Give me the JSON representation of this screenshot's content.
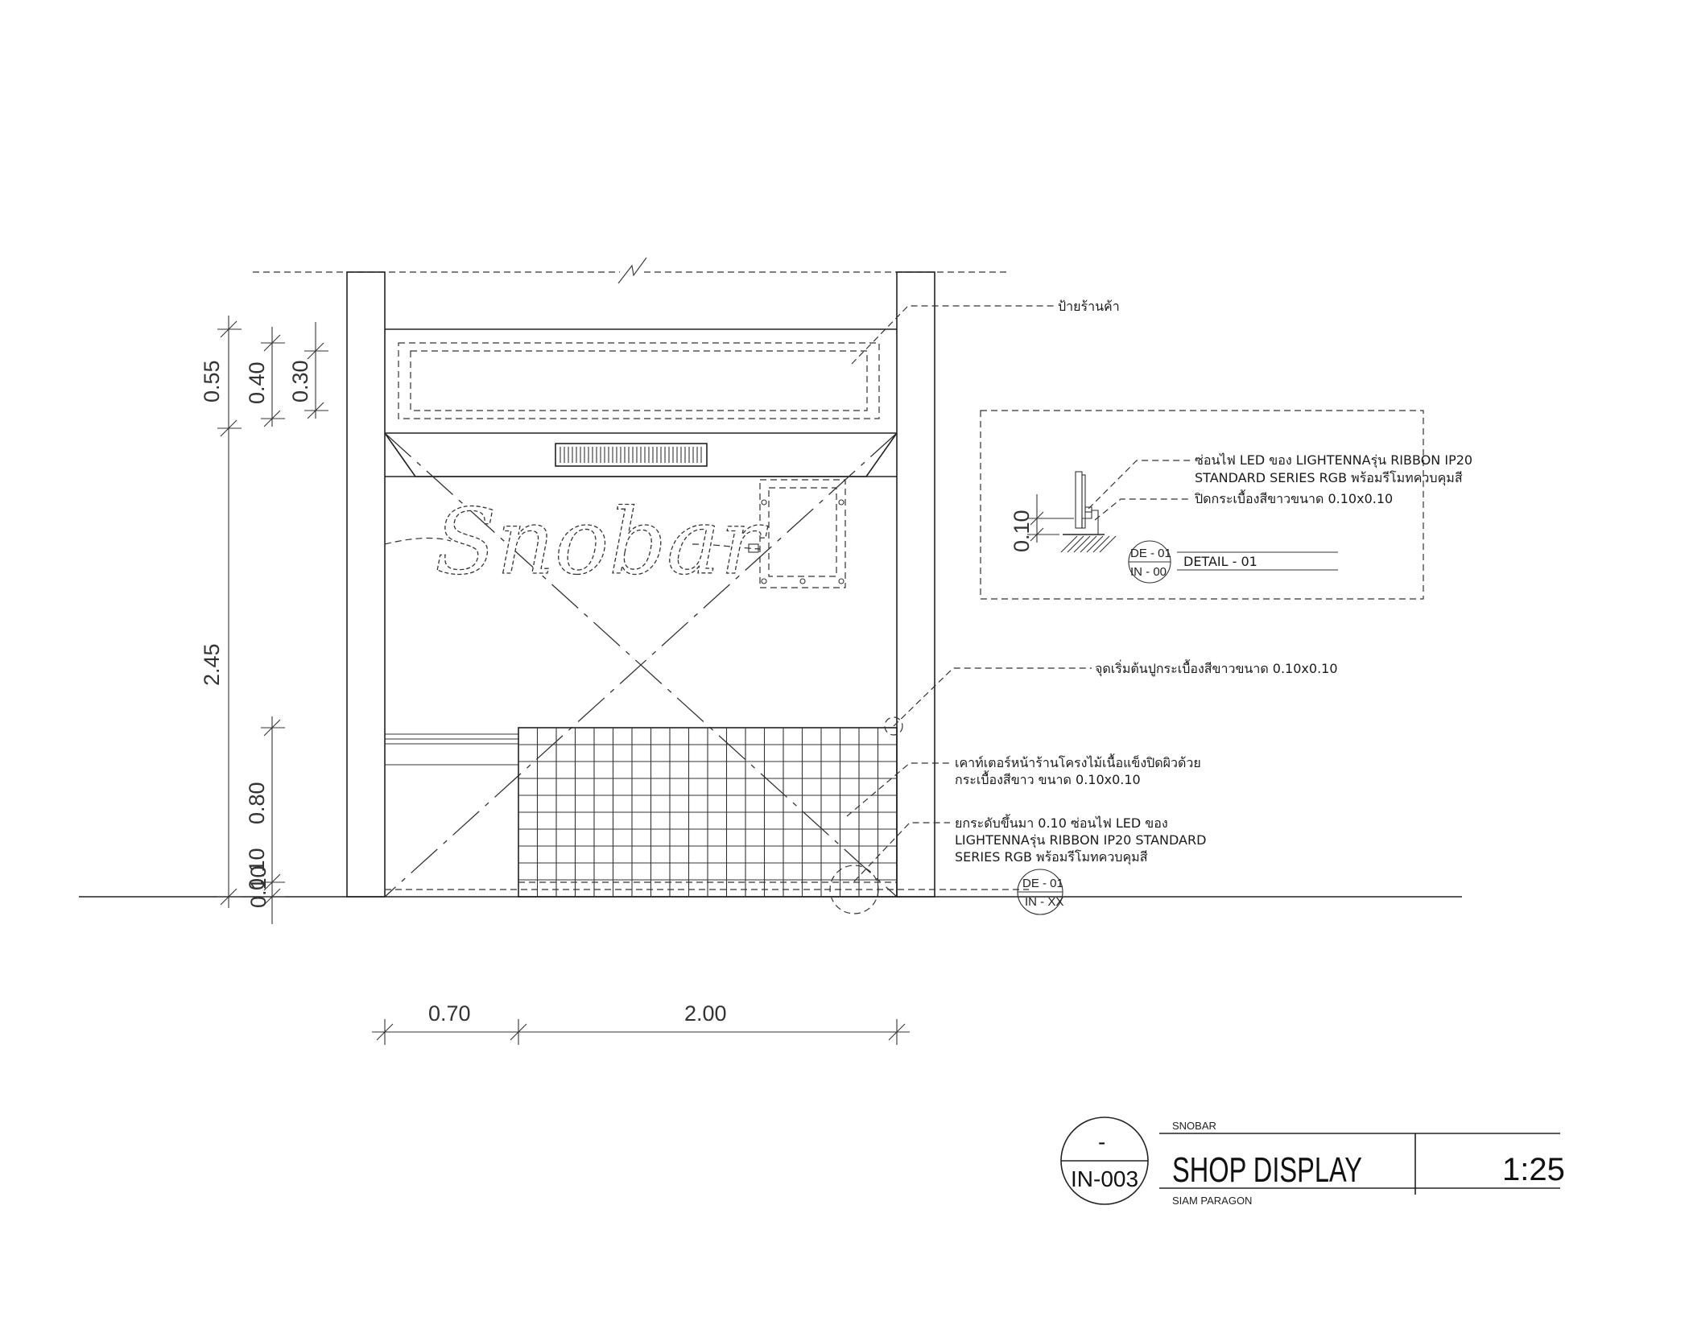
{
  "drawing": {
    "dimensions": {
      "v_055": "0.55",
      "v_040": "0.40",
      "v_030": "0.30",
      "v_245": "2.45",
      "v_080": "0.80",
      "v_010_top": "0.10",
      "v_010_bottom": "0.10",
      "h_070": "0.70",
      "h_200": "2.00"
    },
    "annotations": {
      "shop_sign": "ป้ายร้านค้า",
      "tile_start": "จุดเริ่มต้นปูกระเบื้องสีขาวขนาด 0.10x0.10",
      "counter_line1": "เคาท์เตอร์หน้าร้านโครงไม้เนื้อแข็งปิดผิวด้วย",
      "counter_line2": "กระเบื้องสีขาว ขนาด 0.10x0.10",
      "led_base_line1": "ยกระดับขึ้นมา 0.10 ซ่อนไฟ LED  ของ",
      "led_base_line2": "LIGHTENNAรุ่น RIBBON IP20 STANDARD",
      "led_base_line3": "SERIES RGB พร้อมรีโมทควบคุมสี"
    },
    "neon_sign_text": "Snobar",
    "section_bubble": {
      "top": "DE - 01",
      "bottom": "IN - XX"
    }
  },
  "detail": {
    "note1_line1": "ซ่อนไฟ LED  ของ LIGHTENNAรุ่น RIBBON IP20",
    "note1_line2": "STANDARD SERIES RGB พร้อมรีโมทควบคุมสี",
    "note2": "ปิดกระเบื้องสีขาวขนาด 0.10x0.10",
    "dim": "0.10",
    "bubble_top": "DE - 01",
    "bubble_bottom": "IN - 00",
    "label": "DETAIL - 01"
  },
  "title_block": {
    "bubble_top": "-",
    "bubble_bottom": "IN-003",
    "project": "SNOBAR",
    "title": "SHOP DISPLAY",
    "location": "SIAM PARAGON",
    "scale": "1:25"
  },
  "colors": {
    "line": "#222222",
    "background": "#ffffff"
  }
}
